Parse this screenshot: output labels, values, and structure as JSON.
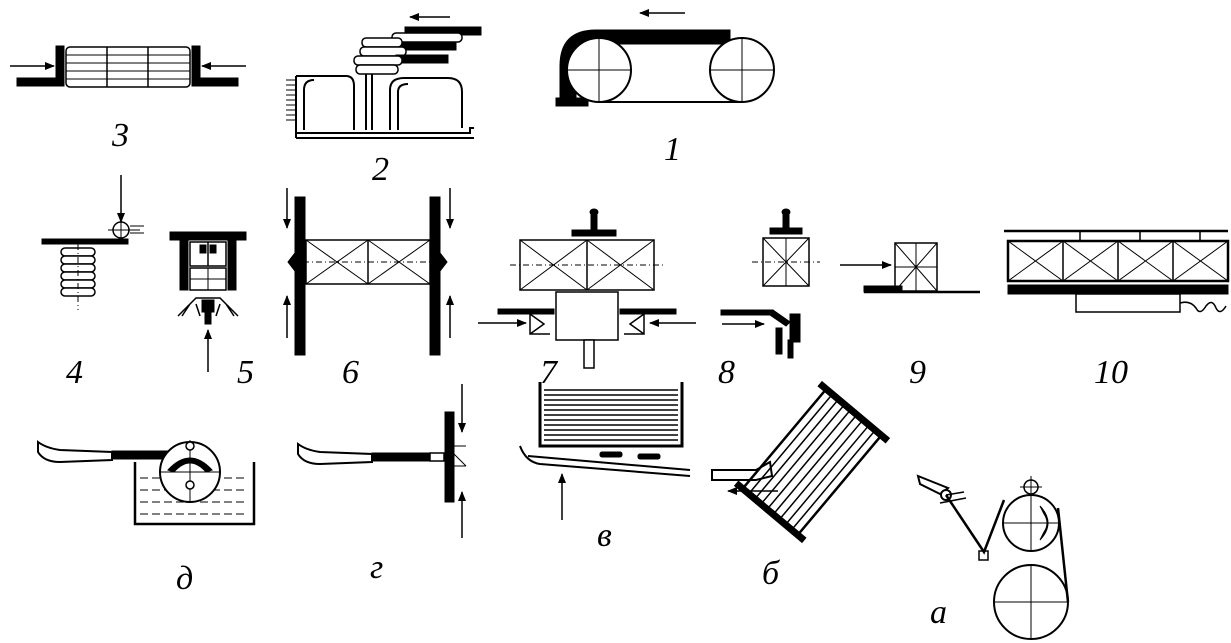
{
  "labels": {
    "1": "1",
    "2": "2",
    "3": "3",
    "4": "4",
    "5": "5",
    "6": "6",
    "7": "7",
    "8": "8",
    "9": "9",
    "10": "10",
    "a": "а",
    "b": "б",
    "v": "в",
    "g": "г",
    "d": "д"
  },
  "colors": {
    "ink": "#000000",
    "paper": "#ffffff"
  }
}
